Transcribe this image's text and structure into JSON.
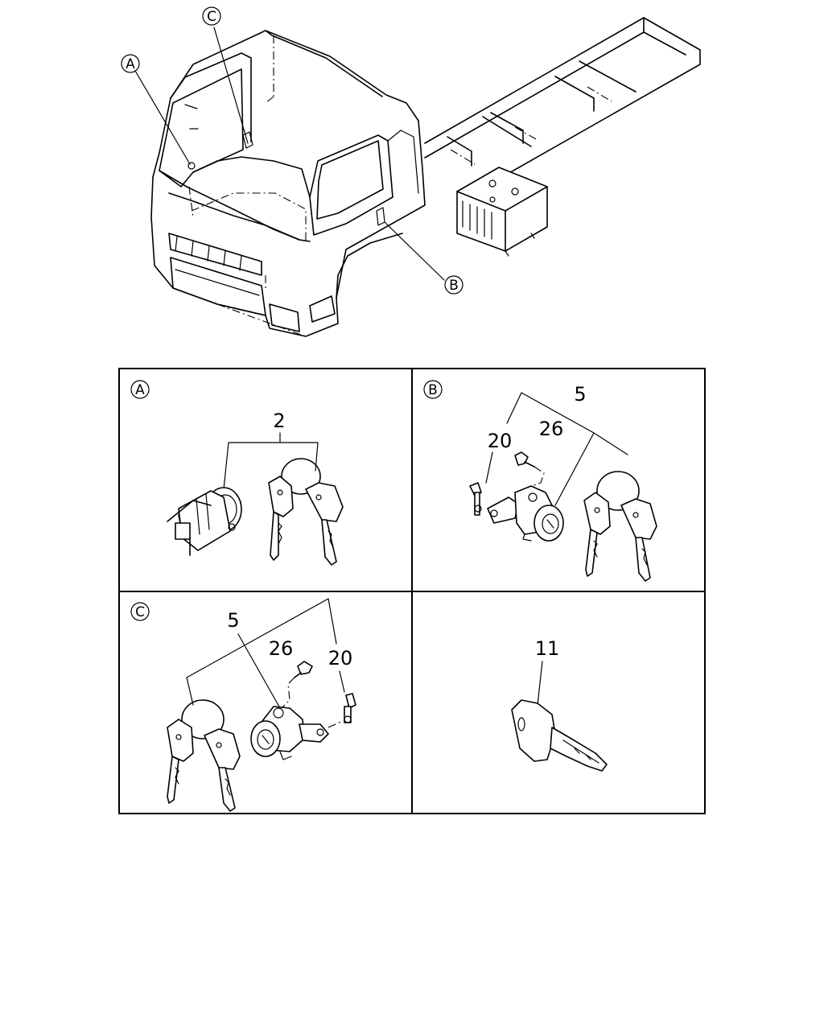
{
  "callouts": {
    "truck": [
      "A",
      "C",
      "B"
    ],
    "panels": [
      "A",
      "B",
      "C"
    ]
  },
  "panel_a": {
    "part": "2"
  },
  "panel_b": {
    "part_set": "5",
    "part_bracket": "20",
    "part_bolt": "26"
  },
  "panel_c": {
    "part_set": "5",
    "part_bolt": "26",
    "part_bracket": "20"
  },
  "panel_d": {
    "part": "11"
  }
}
